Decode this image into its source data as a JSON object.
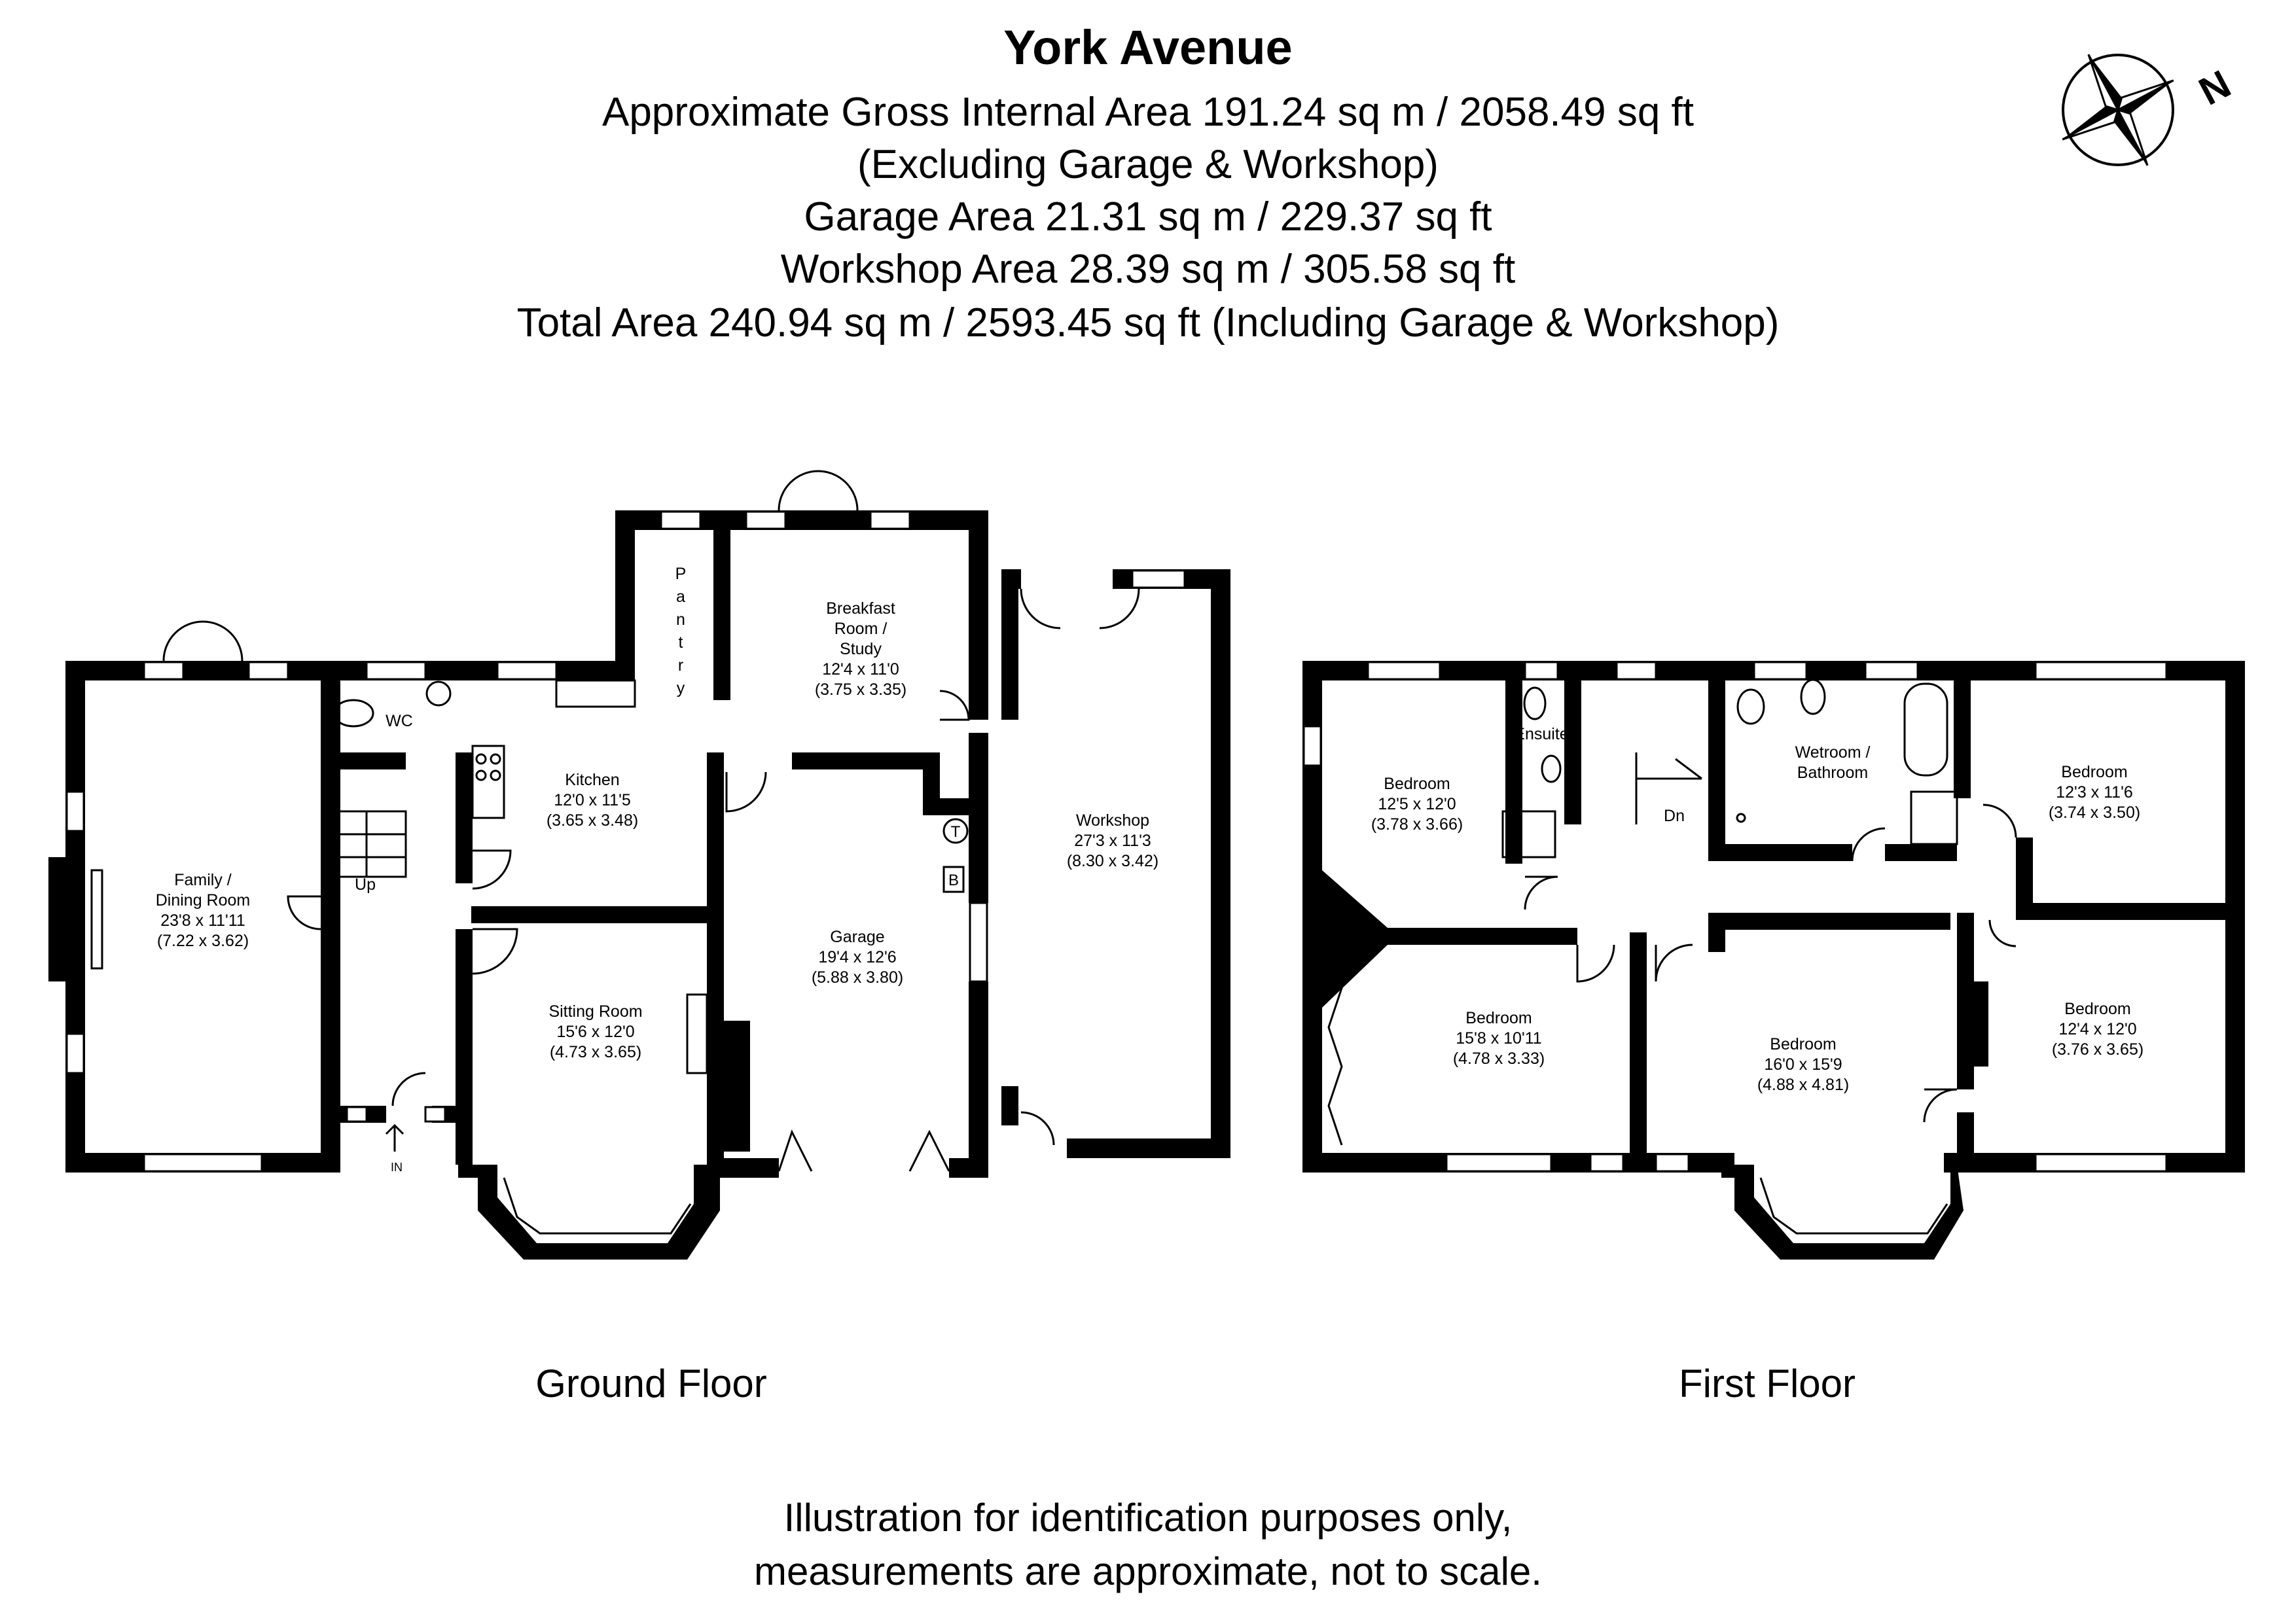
{
  "header": {
    "title": "York Avenue",
    "lines": [
      "Approximate Gross Internal Area 191.24 sq m / 2058.49 sq ft",
      "(Excluding Garage & Workshop)",
      "Garage Area 21.31 sq m / 229.37 sq ft",
      "Workshop Area 28.39 sq m / 305.58 sq ft",
      "Total Area 240.94 sq m / 2593.45 sq ft (Including Garage & Workshop)"
    ]
  },
  "compass": {
    "label": "N",
    "icon": "compass-rose-icon"
  },
  "ground_floor": {
    "label": "Ground Floor",
    "rooms": {
      "family": [
        "Family /",
        "Dining Room",
        "23'8 x 11'11",
        "(7.22 x 3.62)"
      ],
      "wc": [
        "WC"
      ],
      "kitchen": [
        "Kitchen",
        "12'0 x 11'5",
        "(3.65 x 3.48)"
      ],
      "pantry": [
        "P",
        "a",
        "n",
        "t",
        "r",
        "y"
      ],
      "breakfast": [
        "Breakfast",
        "Room /",
        "Study",
        "12'4 x 11'0",
        "(3.75 x 3.35)"
      ],
      "workshop": [
        "Workshop",
        "27'3 x 11'3",
        "(8.30 x 3.42)"
      ],
      "garage": [
        "Garage",
        "19'4 x 12'6",
        "(5.88 x 3.80)"
      ],
      "sitting": [
        "Sitting Room",
        "15'6 x 12'0",
        "(4.73 x 3.65)"
      ]
    },
    "up": "Up",
    "entrance": "IN",
    "t_symbol": "T",
    "b_symbol": "B"
  },
  "first_floor": {
    "label": "First Floor",
    "rooms": {
      "bed1": [
        "Bedroom",
        "12'5 x 12'0",
        "(3.78 x 3.66)"
      ],
      "ensuite": [
        "Ensuite"
      ],
      "wetroom": [
        "Wetroom /",
        "Bathroom"
      ],
      "bed2": [
        "Bedroom",
        "12'3 x 11'6",
        "(3.74 x 3.50)"
      ],
      "bed3": [
        "Bedroom",
        "15'8 x 10'11",
        "(4.78 x 3.33)"
      ],
      "bed4": [
        "Bedroom",
        "16'0 x 15'9",
        "(4.88 x 4.81)"
      ],
      "bed5": [
        "Bedroom",
        "12'4 x 12'0",
        "(3.76 x 3.65)"
      ]
    },
    "down": "Dn"
  },
  "disclaimer": [
    "Illustration for identification purposes only,",
    "measurements are approximate, not to scale."
  ]
}
